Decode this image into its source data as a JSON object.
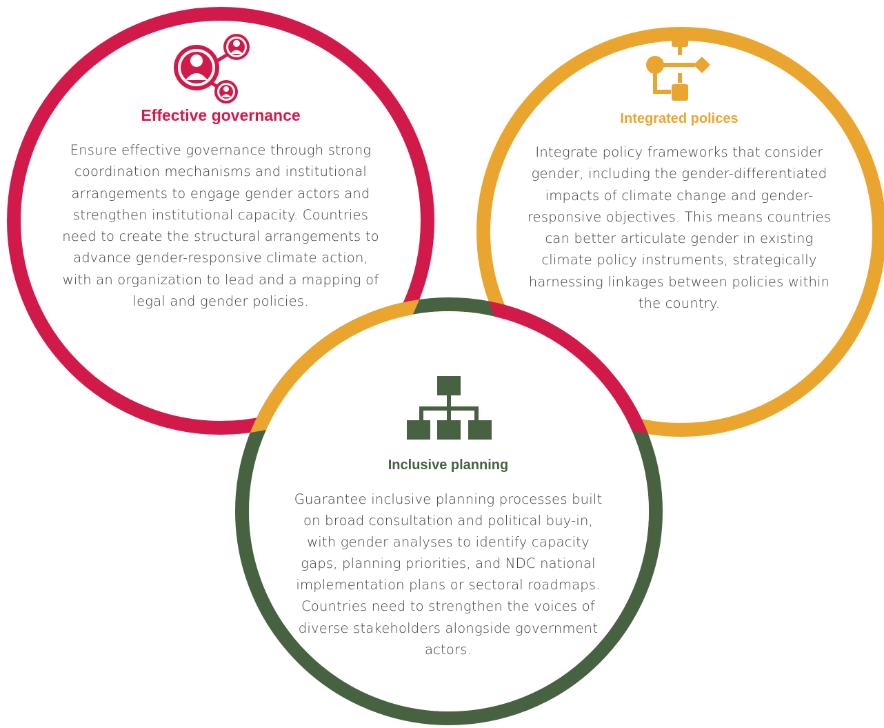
{
  "colors": {
    "governance": "#d11a4a",
    "policies": "#eaa52e",
    "planning": "#466240",
    "overlap_center": "#508078"
  },
  "sections": {
    "governance": {
      "icon": "people-network-icon",
      "title": "Effective governance",
      "text": "Ensure effective governance through strong coordination mechanisms and institutional arrangements to engage gender actors and strengthen institutional capacity. Countries need to create the structural arrangements to advance gender-responsive climate action, with an organization to lead and a mapping of legal and gender policies."
    },
    "policies": {
      "icon": "flowchart-icon",
      "title": "Integrated polices",
      "text": "Integrate policy frameworks that consider gender, including the gender-differentiated impacts of climate change and gender-responsive objectives. This means countries can better articulate gender in existing climate policy instruments, strategically harnessing linkages between policies within the country."
    },
    "planning": {
      "icon": "org-chart-icon",
      "title": "Inclusive planning",
      "text": "Guarantee inclusive planning processes built on broad consultation and political buy-in, with gender analyses to identify capacity gaps, planning priorities, and NDC national implementation plans or sectoral roadmaps. Countries need to strengthen the voices of diverse stakeholders alongside government actors."
    }
  }
}
